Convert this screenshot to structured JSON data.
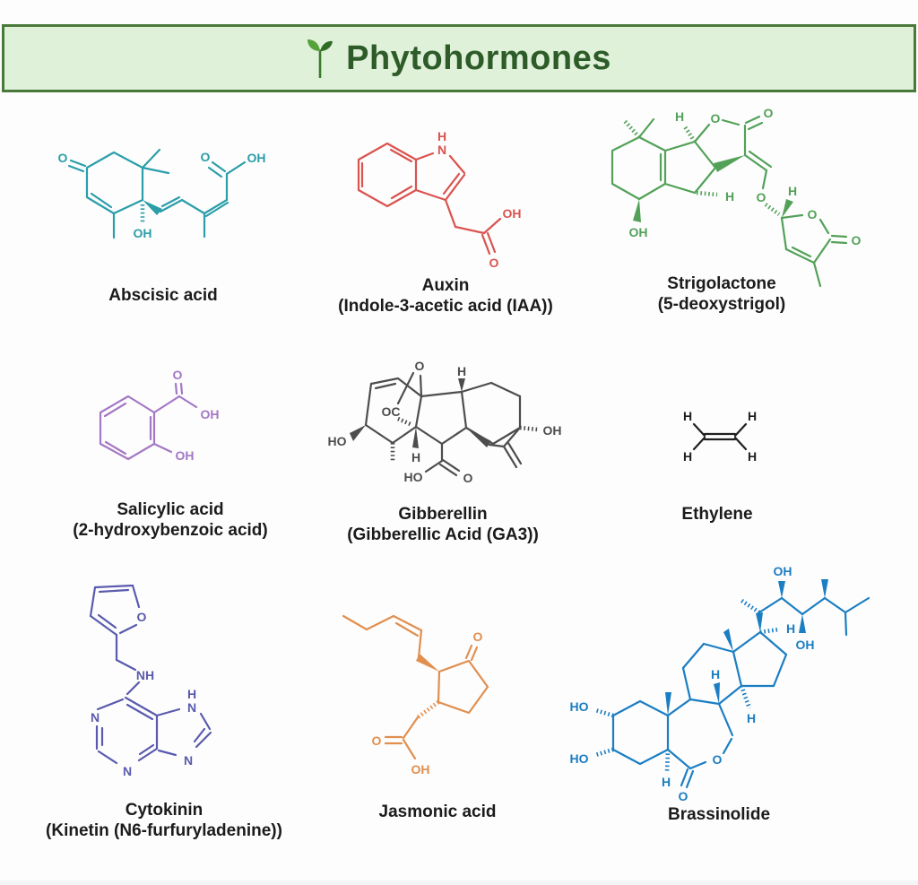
{
  "header": {
    "title": "Phytohormones",
    "bg_color": "#e0f1da",
    "border_color": "#4a7a3a",
    "text_color": "#2d5c28",
    "icon": "seedling-icon"
  },
  "molecules": {
    "abscisic_acid": {
      "name": "Abscisic acid",
      "color": "#2B9EA9",
      "atoms": [
        "O",
        "OH",
        "O",
        "OH"
      ]
    },
    "auxin": {
      "name": "Auxin",
      "subtitle": "(Indole-3-acetic acid (IAA))",
      "color": "#D9534F",
      "atoms": [
        "H",
        "N",
        "OH",
        "O"
      ]
    },
    "strigolactone": {
      "name": "Strigolactone",
      "subtitle": "(5-deoxystrigol)",
      "color": "#53A158",
      "atoms": [
        "H",
        "O",
        "O",
        "OH",
        "H",
        "O",
        "H",
        "O",
        "O"
      ]
    },
    "salicylic_acid": {
      "name": "Salicylic acid",
      "subtitle": "(2-hydroxybenzoic acid)",
      "color": "#A478C4",
      "atoms": [
        "O",
        "OH",
        "OH"
      ]
    },
    "gibberellin": {
      "name": "Gibberellin",
      "subtitle": "(Gibberellic Acid (GA3))",
      "color": "#4D4D4D",
      "atoms": [
        "O",
        "H",
        "OC",
        "HO",
        "OH",
        "H",
        "HO",
        "O"
      ]
    },
    "ethylene": {
      "name": "Ethylene",
      "color": "#1F1F1F",
      "atoms": [
        "H",
        "H",
        "H",
        "H"
      ]
    },
    "cytokinin": {
      "name": "Cytokinin",
      "subtitle": "(Kinetin (N6-furfuryladenine))",
      "color": "#5A5AAE",
      "atoms": [
        "O",
        "NH",
        "N",
        "N",
        "H",
        "N",
        "N"
      ]
    },
    "jasmonic_acid": {
      "name": "Jasmonic acid",
      "color": "#E08F4F",
      "atoms": [
        "O",
        "O",
        "OH"
      ]
    },
    "brassinolide": {
      "name": "Brassinolide",
      "color": "#1B7EC2",
      "atoms": [
        "OH",
        "OH",
        "H",
        "H",
        "H",
        "H",
        "HO",
        "HO",
        "O",
        "O"
      ]
    }
  }
}
